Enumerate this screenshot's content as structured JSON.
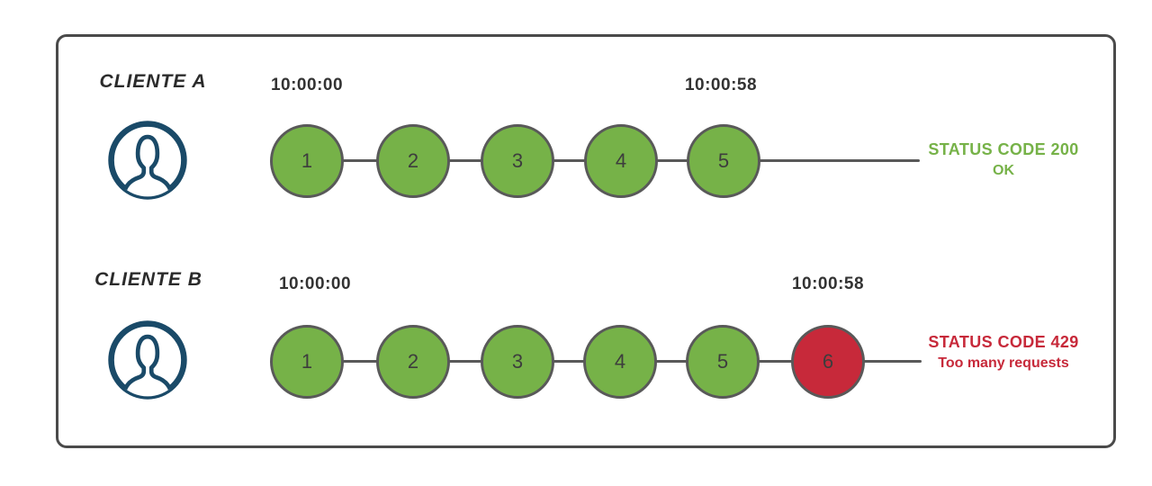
{
  "colors": {
    "success": "#76b248",
    "error": "#c7293a",
    "stroke_gray": "#595959",
    "border_gray": "#4a4a4a",
    "icon_navy": "#1a4a68",
    "text_dark": "#333333",
    "number_dark": "#3d3d3d"
  },
  "rows": [
    {
      "client_label": "CLIENTE A",
      "start_time": "10:00:00",
      "end_time": "10:00:58",
      "requests": [
        {
          "label": "1",
          "state": "ok"
        },
        {
          "label": "2",
          "state": "ok"
        },
        {
          "label": "3",
          "state": "ok"
        },
        {
          "label": "4",
          "state": "ok"
        },
        {
          "label": "5",
          "state": "ok"
        }
      ],
      "status": {
        "line1": "STATUS CODE 200",
        "line2": "OK",
        "state": "ok"
      }
    },
    {
      "client_label": "CLIENTE B",
      "start_time": "10:00:00",
      "end_time": "10:00:58",
      "requests": [
        {
          "label": "1",
          "state": "ok"
        },
        {
          "label": "2",
          "state": "ok"
        },
        {
          "label": "3",
          "state": "ok"
        },
        {
          "label": "4",
          "state": "ok"
        },
        {
          "label": "5",
          "state": "ok"
        },
        {
          "label": "6",
          "state": "blocked"
        }
      ],
      "status": {
        "line1": "STATUS CODE 429",
        "line2": "Too many requests",
        "state": "error"
      }
    }
  ]
}
